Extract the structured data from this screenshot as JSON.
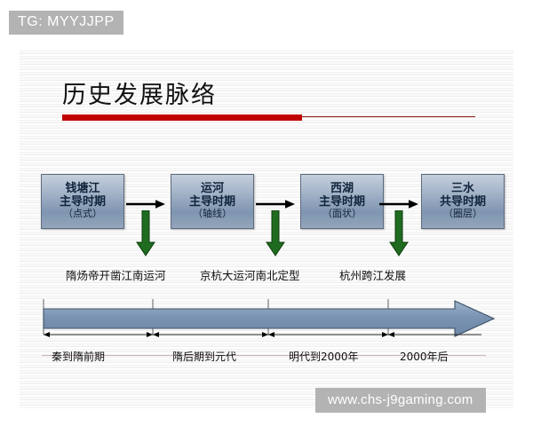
{
  "watermarks": {
    "top_left": "TG: MYYJJPP",
    "bottom_right": "www.chs-j9gaming.com"
  },
  "slide": {
    "title": "历史发展脉络",
    "phases": [
      {
        "line1": "钱塘江",
        "line2": "主导时期",
        "line3": "（点式）"
      },
      {
        "line1": "运河",
        "line2": "主导时期",
        "line3": "（轴线）"
      },
      {
        "line1": "西湖",
        "line2": "主导时期",
        "line3": "（面状）"
      },
      {
        "line1": "三水",
        "line2": "共导时期",
        "line3": "（圈层）"
      }
    ],
    "events": [
      "隋炀帝开凿江南运河",
      "京杭大运河南北定型",
      "杭州跨江发展"
    ],
    "periods": [
      "秦到隋前期",
      "隋后期到元代",
      "明代到2000年",
      "2000年后"
    ]
  },
  "colors": {
    "title_rule": "#c00000",
    "box_fill": "#9fb0c6",
    "box_border": "#5d6b7e",
    "down_arrow": "#1f6b1f",
    "timeline_bar": "#7a93b2",
    "watermark_bg": "#b3b3b3"
  }
}
